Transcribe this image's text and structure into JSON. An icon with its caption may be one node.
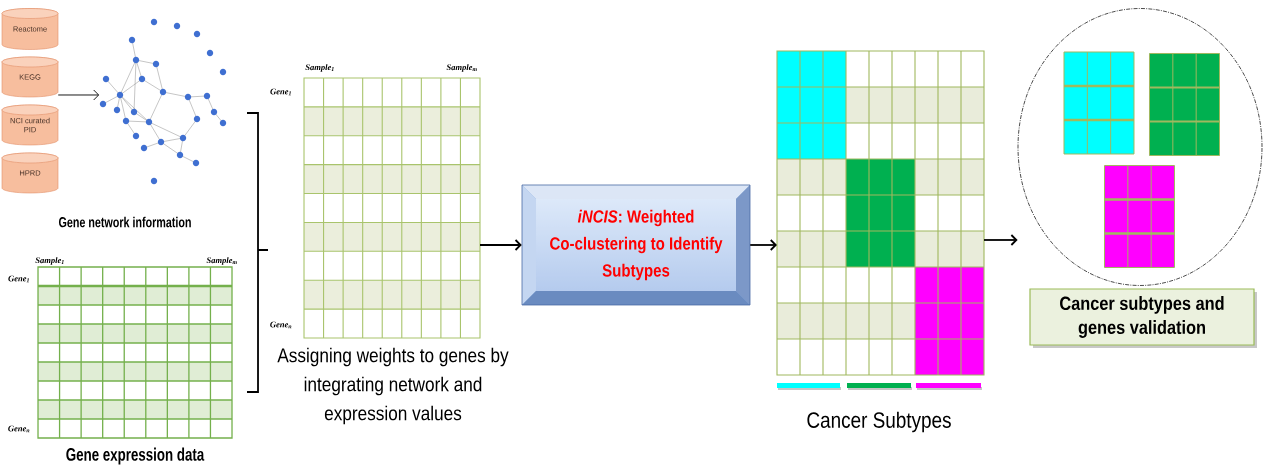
{
  "diagram": {
    "nodes": [
      {
        "text": [
          "Reactome"
        ]
      },
      {
        "text": [
          "KEGG"
        ]
      },
      {
        "text": [
          "NCI curated PID"
        ]
      },
      {
        "text": [
          "HPRD"
        ]
      },
      {
        "text": [],
        "shape": "picture",
        "beside": [
          "Gene network information"
        ]
      },
      {
        "text": [
          "Sample$_{1}$",
          "Sample$_{m}$",
          "Gene$_{1}$",
          "Gene$_{n}$"
        ],
        "beside": [
          "Gene expression data"
        ]
      },
      {
        "text": [
          "Sample$_{1}$",
          "Sample$_{m}$",
          "Gene$_{1}$",
          "Gene$_{n}$"
        ],
        "beside": [
          "Assigning weights to genes by integrating network and expression values"
        ]
      },
      {
        "text": [
          "*iNCIS*: Weighted Co-clustering to Identify Subtypes"
        ]
      },
      {
        "text": [],
        "shape": "box",
        "beside": [
          "Cancer Subtypes"
        ]
      },
      {
        "text": [],
        "shape": "circle"
      },
      {
        "text": [],
        "shape": "box",
        "in": 9
      },
      {
        "text": [],
        "shape": "box",
        "in": 9
      },
      {
        "text": [],
        "shape": "box",
        "in": 9
      },
      {
        "text": [
          "Cancer subtypes and genes validation"
        ]
      }
    ],
    "edges": [
      {
        "from": 1,
        "to": 4,
        "arrow": "to"
      },
      {
        "from": 6,
        "to": 7,
        "arrow": "to"
      },
      {
        "from": 7,
        "to": 8,
        "arrow": "to"
      },
      {
        "from": 8,
        "to": 9,
        "arrow": "to"
      }
    ]
  }
}
